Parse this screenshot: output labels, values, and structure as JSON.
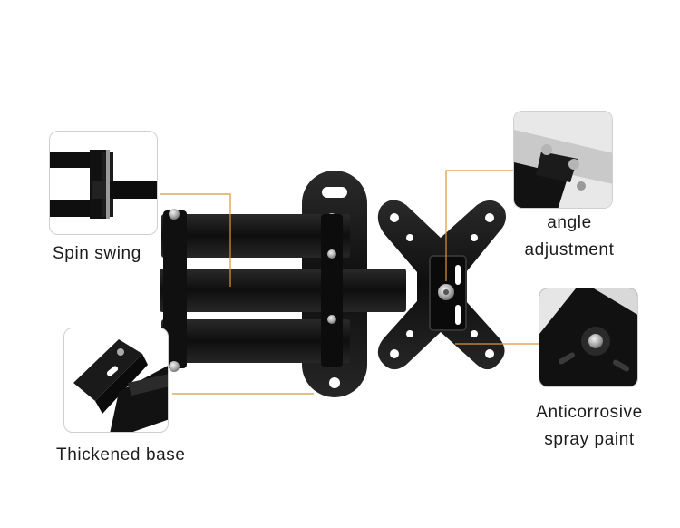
{
  "labels": {
    "spin_swing": "Spin swing",
    "thickened_base": "Thickened base",
    "angle_adjustment": {
      "line1": "angle",
      "line2": "adjustment"
    },
    "anticorrosive": {
      "line1": "Anticorrosive",
      "line2": "spray paint"
    }
  },
  "colors": {
    "background": "#ffffff",
    "bracket": "#141414",
    "callout_line": "#d9963a",
    "label_text": "#1c1c1c"
  }
}
